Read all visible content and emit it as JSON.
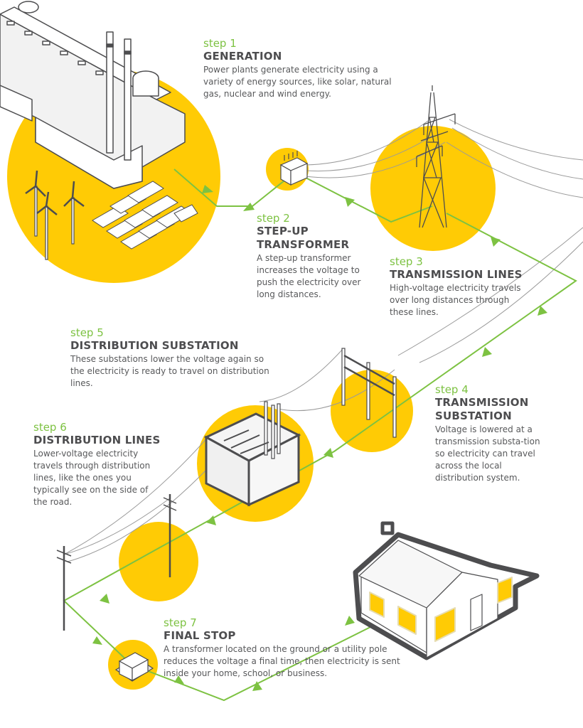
{
  "colors": {
    "circle_yellow": "#ffcb05",
    "flow_green": "#7dc242",
    "text_gray": "#58595b",
    "line_gray": "#4d4d4f"
  },
  "steps": [
    {
      "num": "step 1",
      "title": "GENERATION",
      "desc": "Power plants generate electricity using a variety of energy sources, like solar, natural gas, nuclear and wind energy.",
      "icon": "power-plant-icon"
    },
    {
      "num": "step 2",
      "title": "STEP-UP TRANSFORMER",
      "desc": "A step-up transformer increases the voltage to push the electricity over long distances.",
      "icon": "transformer-icon"
    },
    {
      "num": "step 3",
      "title": "TRANSMISSION LINES",
      "desc": "High-voltage electricity travels over long distances through these lines.",
      "icon": "transmission-tower-icon"
    },
    {
      "num": "step 4",
      "title": "TRANSMISSION SUBSTATION",
      "desc": "Voltage is lowered at a transmission substa-tion so electricity can travel across the local distribution system.",
      "icon": "transmission-substation-icon"
    },
    {
      "num": "step 5",
      "title": "DISTRIBUTION SUBSTATION",
      "desc": "These substations lower the voltage again so the electricity is ready to travel on distribution lines.",
      "icon": "distribution-substation-icon"
    },
    {
      "num": "step 6",
      "title": "DISTRIBUTION LINES",
      "desc": "Lower-voltage electricity travels through distribution lines, like the ones you typically see on the side of the road.",
      "icon": "utility-pole-icon"
    },
    {
      "num": "step 7",
      "title": "FINAL STOP",
      "desc": "A transformer located on the ground or a utility pole reduces the voltage a final time, then electricity is sent inside your home, school, or business.",
      "icon": "pad-transformer-icon"
    }
  ],
  "destination": {
    "icon": "house-icon"
  }
}
